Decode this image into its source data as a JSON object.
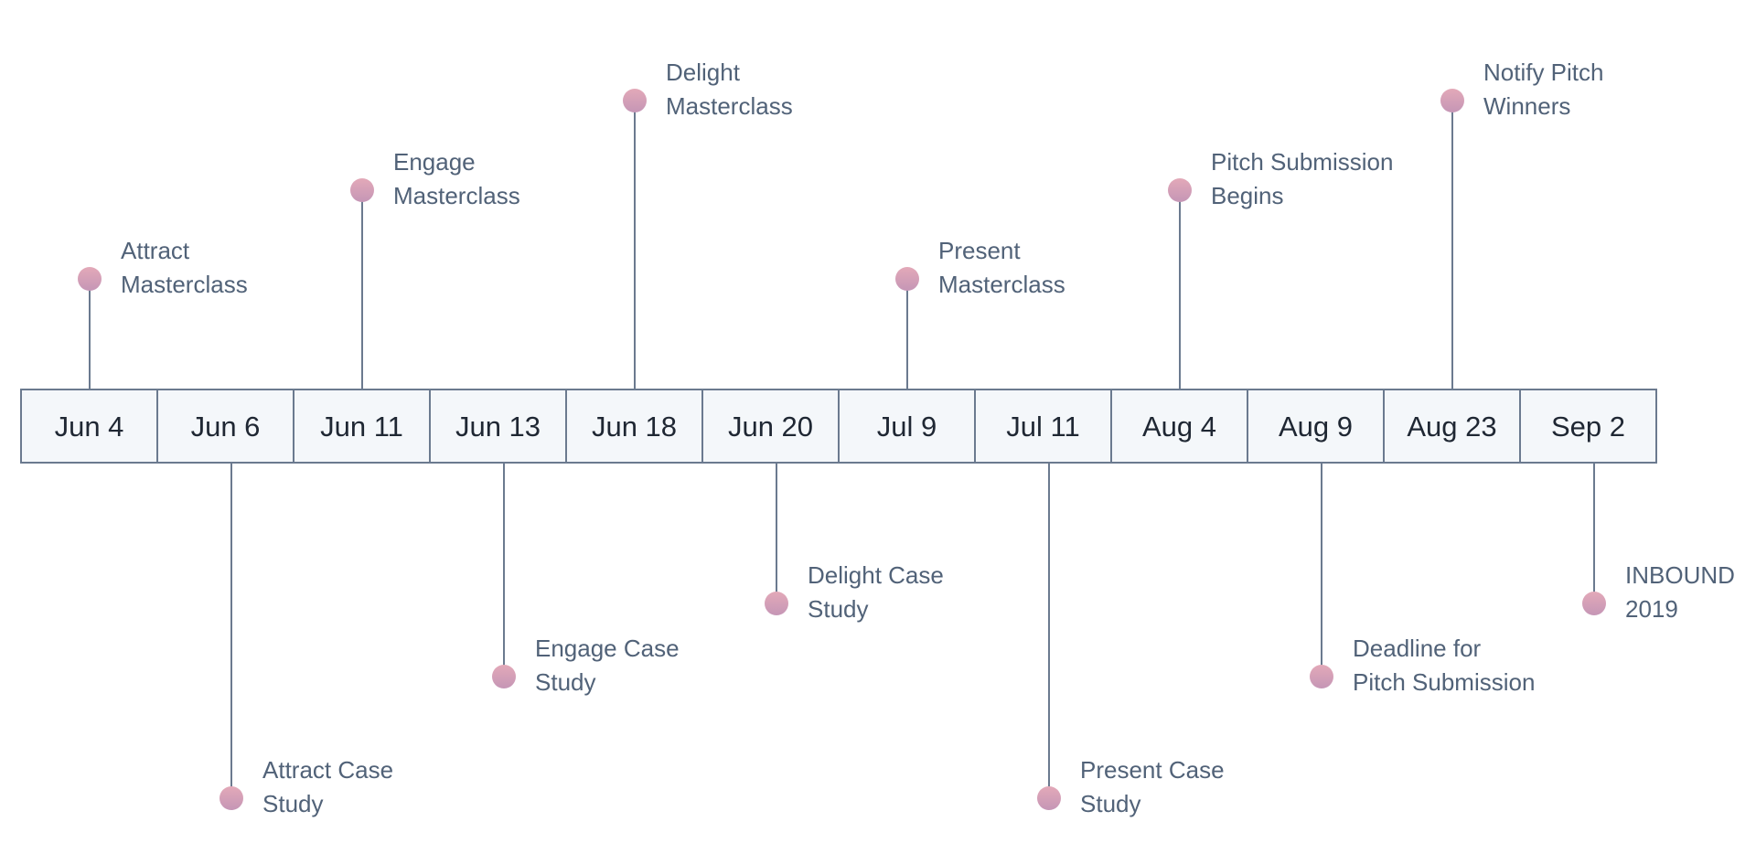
{
  "colors": {
    "line": "#6b7a8f",
    "cell_fill": "#f4f7fa",
    "date_text": "#1f2733",
    "label_text": "#516278",
    "dot_top": "#e3a9b8",
    "dot_bottom": "#c596b6"
  },
  "timeline": {
    "dates": [
      "Jun 4",
      "Jun 6",
      "Jun 11",
      "Jun 13",
      "Jun 18",
      "Jun 20",
      "Jul 9",
      "Jul 11",
      "Aug 4",
      "Aug 9",
      "Aug 23",
      "Sep 2"
    ],
    "events": [
      {
        "date": "Jun 4",
        "side": "above",
        "lines": [
          "Attract",
          "Masterclass"
        ]
      },
      {
        "date": "Jun 6",
        "side": "below",
        "lines": [
          "Attract Case",
          "Study"
        ]
      },
      {
        "date": "Jun 11",
        "side": "above",
        "lines": [
          "Engage",
          "Masterclass"
        ]
      },
      {
        "date": "Jun 13",
        "side": "below",
        "lines": [
          "Engage Case",
          "Study"
        ]
      },
      {
        "date": "Jun 18",
        "side": "above",
        "lines": [
          "Delight",
          "Masterclass"
        ]
      },
      {
        "date": "Jun 20",
        "side": "below",
        "lines": [
          "Delight Case",
          "Study"
        ]
      },
      {
        "date": "Jul 9",
        "side": "above",
        "lines": [
          "Present",
          "Masterclass"
        ]
      },
      {
        "date": "Jul 11",
        "side": "below",
        "lines": [
          "Present Case",
          "Study"
        ]
      },
      {
        "date": "Aug 4",
        "side": "above",
        "lines": [
          "Pitch Submission",
          "Begins"
        ]
      },
      {
        "date": "Aug 9",
        "side": "below",
        "lines": [
          "Deadline for",
          "Pitch Submission"
        ]
      },
      {
        "date": "Aug 23",
        "side": "above",
        "lines": [
          "Notify Pitch",
          "Winners"
        ]
      },
      {
        "date": "Sep 2",
        "side": "below",
        "lines": [
          "INBOUND",
          "2019"
        ]
      }
    ]
  }
}
